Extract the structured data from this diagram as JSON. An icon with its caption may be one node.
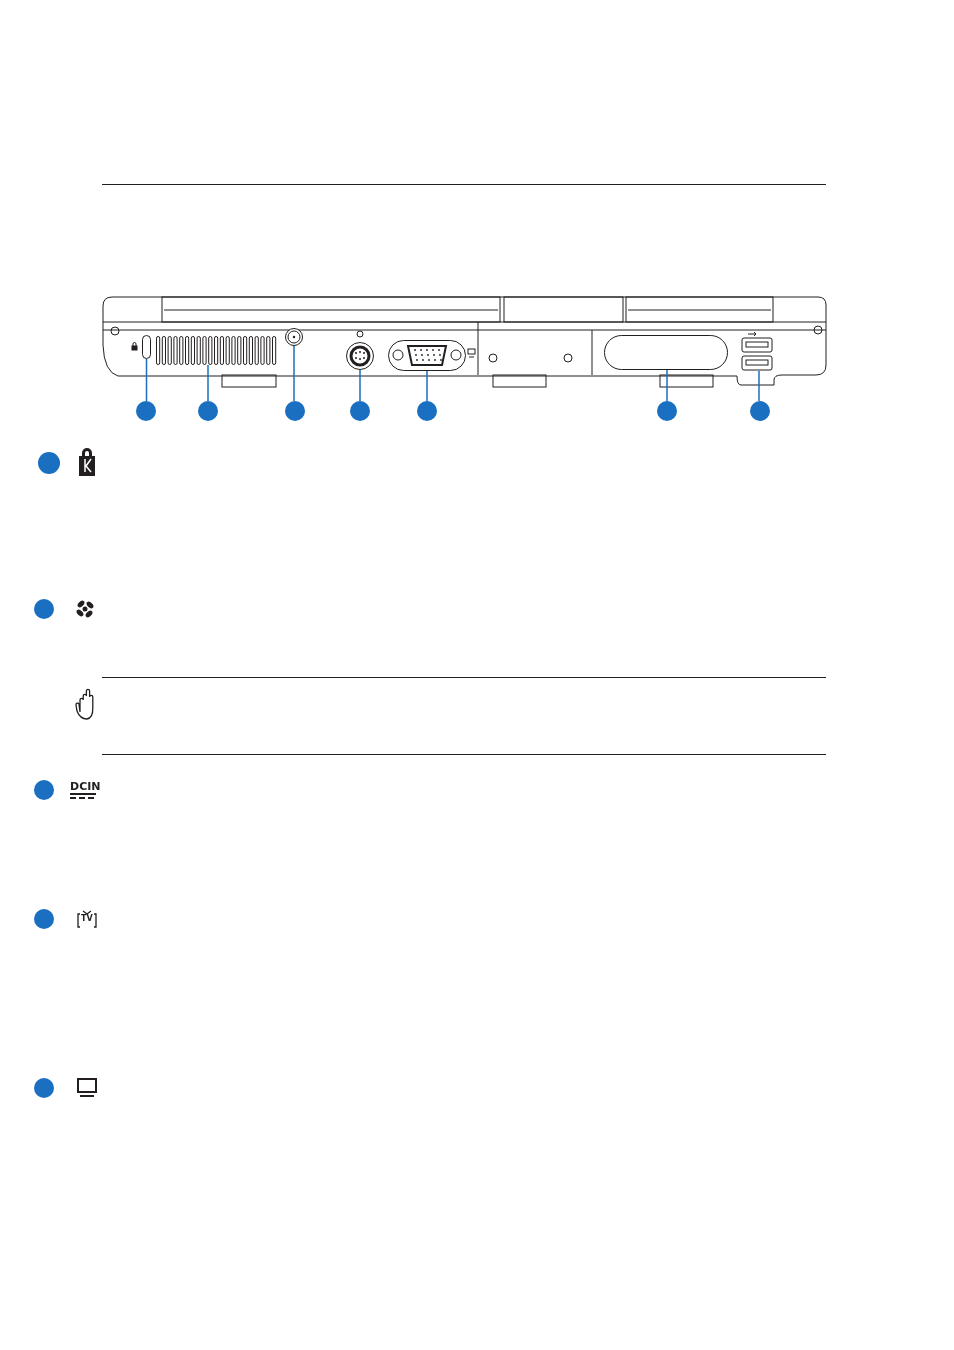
{
  "diagram": {
    "nodes": [
      {
        "text": [],
        "shape": "circle"
      },
      {
        "text": [],
        "shape": "circle"
      },
      {
        "text": [],
        "shape": "circle"
      },
      {
        "text": [],
        "shape": "circle"
      },
      {
        "text": [],
        "shape": "circle"
      },
      {
        "text": [],
        "shape": "circle"
      },
      {
        "text": [],
        "shape": "circle"
      },
      {
        "text": [],
        "shape": "box"
      },
      {
        "text": [],
        "shape": "box"
      },
      {
        "text": [],
        "shape": "circle"
      },
      {
        "text": [],
        "shape": "circle"
      },
      {
        "text": [],
        "shape": "box"
      },
      {
        "text": [],
        "shape": "box"
      },
      {
        "text": [],
        "shape": "box"
      },
      {
        "text": [],
        "shape": "circle"
      },
      {
        "text": [],
        "shape": "circle"
      },
      {
        "text": [],
        "shape": "circle"
      },
      {
        "text": [],
        "shape": "circle"
      },
      {
        "text": [],
        "shape": "circle"
      }
    ],
    "edges": [
      {
        "from": 0,
        "to": 7,
        "arrow": "none"
      },
      {
        "from": 1,
        "to": 8,
        "arrow": "none"
      },
      {
        "from": 2,
        "to": 9,
        "arrow": "none"
      },
      {
        "from": 3,
        "to": 10,
        "arrow": "none"
      },
      {
        "from": 4,
        "to": 11,
        "arrow": "none"
      },
      {
        "from": 5,
        "to": 12,
        "arrow": "none"
      },
      {
        "from": 6,
        "to": 13,
        "arrow": "none"
      }
    ],
    "labels": [
      "DCIN",
      "TV"
    ]
  }
}
